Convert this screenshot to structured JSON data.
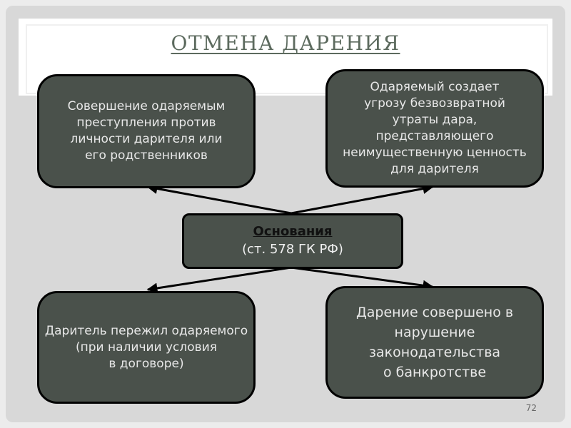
{
  "slide": {
    "title": "ОТМЕНА ДАРЕНИЯ",
    "page_number": "72"
  },
  "center": {
    "title": "Основания",
    "subtitle": "(ст. 578 ГК РФ)"
  },
  "grounds": {
    "top_left": "Совершение одаряемым\nпреступления против\nличности дарителя или\nего родственников",
    "top_right": "Одаряемый создает\nугрозу безвозвратной\nутраты дара,\nпредставляющего\nнеимущественную ценность\nдля дарителя",
    "bottom_left": "Даритель пережил одаряемого\n(при наличии условия\nв договоре)",
    "bottom_right": "Дарение совершено в\nнарушение\nзаконодательства\nо банкротстве"
  },
  "colors": {
    "box_fill": "#4a514b",
    "title_color": "#5c6a5e",
    "slide_bg": "#d8d8d8"
  }
}
